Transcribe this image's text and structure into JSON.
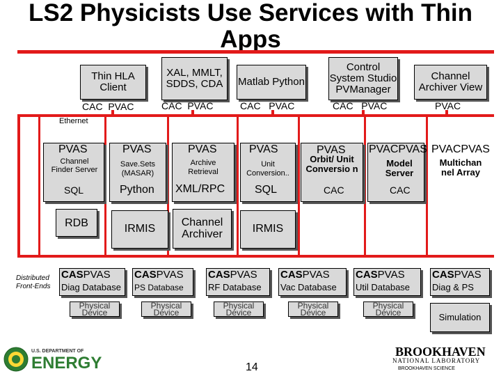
{
  "title": "LS2 Physicists Use Services with Thin Apps",
  "clients": [
    {
      "name": "Thin HLA Client",
      "protocols": [
        "CAC",
        "PVAC"
      ]
    },
    {
      "name": "XAL, MMLT, SDDS, CDA",
      "protocols": [
        "CAC",
        "PVAC"
      ]
    },
    {
      "name": "Matlab Python",
      "protocols": [
        "CAC",
        "PVAC"
      ]
    },
    {
      "name": "Control System Studio",
      "subname": "PVManager",
      "protocols": [
        "CAC",
        "PVAC"
      ]
    },
    {
      "name": "Channel Archiver View",
      "protocols": [
        "PVAC"
      ]
    }
  ],
  "network_label": "Ethernet",
  "services": [
    {
      "pvas": "PVAS",
      "name": "Channel Finder Server",
      "client": "SQL",
      "backend": "RDB"
    },
    {
      "pvas": "PVAS",
      "name": "Save.Sets (MASAR)",
      "client": "Python",
      "backend": "IRMIS"
    },
    {
      "pvas": "PVAS",
      "name": "Archive Retrieval",
      "client": "XML/RPC",
      "backend": "Channel Archiver"
    },
    {
      "pvas": "PVAS",
      "name": "Unit Conversion..",
      "client": "SQL",
      "backend": "IRMIS"
    },
    {
      "pvas": "PVAS",
      "name": "Orbit/ Unit Conversio n",
      "client": "CAC"
    },
    {
      "pvac": "PVAC",
      "pvas": "PVAS",
      "name": "Model Server",
      "client": "CAC"
    },
    {
      "pvac": "PVAC",
      "pvas": "PVAS",
      "name": "Multichan nel Array"
    }
  ],
  "distributed_label": "Distributed",
  "frontend_label": "Front-Ends",
  "frontends": [
    {
      "cas": "CAS",
      "pvas": "PVAS",
      "db": "Diag Database",
      "device": "Physical Device"
    },
    {
      "cas": "CAS",
      "pvas": "PVAS",
      "db": "PS Database",
      "device": "Physical Device"
    },
    {
      "cas": "CAS",
      "pvas": "PVAS",
      "db": "RF Database",
      "device": "Physical Device"
    },
    {
      "cas": "CAS",
      "pvas": "PVAS",
      "db": "Vac Database",
      "device": "Physical Device"
    },
    {
      "cas": "CAS",
      "pvas": "PVAS",
      "db": "Util Database",
      "device": "Physical Device"
    },
    {
      "cas": "CAS",
      "pvas": "PVAS",
      "db": "Diag & PS"
    }
  ],
  "simulation_label": "Simulation",
  "page_number": "14",
  "doe_logo": {
    "line1": "U.S. DEPARTMENT OF",
    "line2": "ENERGY"
  },
  "bnl_logo": {
    "name": "BROOKHAVEN",
    "sub": "NATIONAL LABORATORY",
    "tag": "BROOKHAVEN SCIENCE"
  },
  "colors": {
    "network_red": "#e21a1a",
    "box_gray": "#d9d9d9",
    "energy_green": "#2e7d32"
  }
}
